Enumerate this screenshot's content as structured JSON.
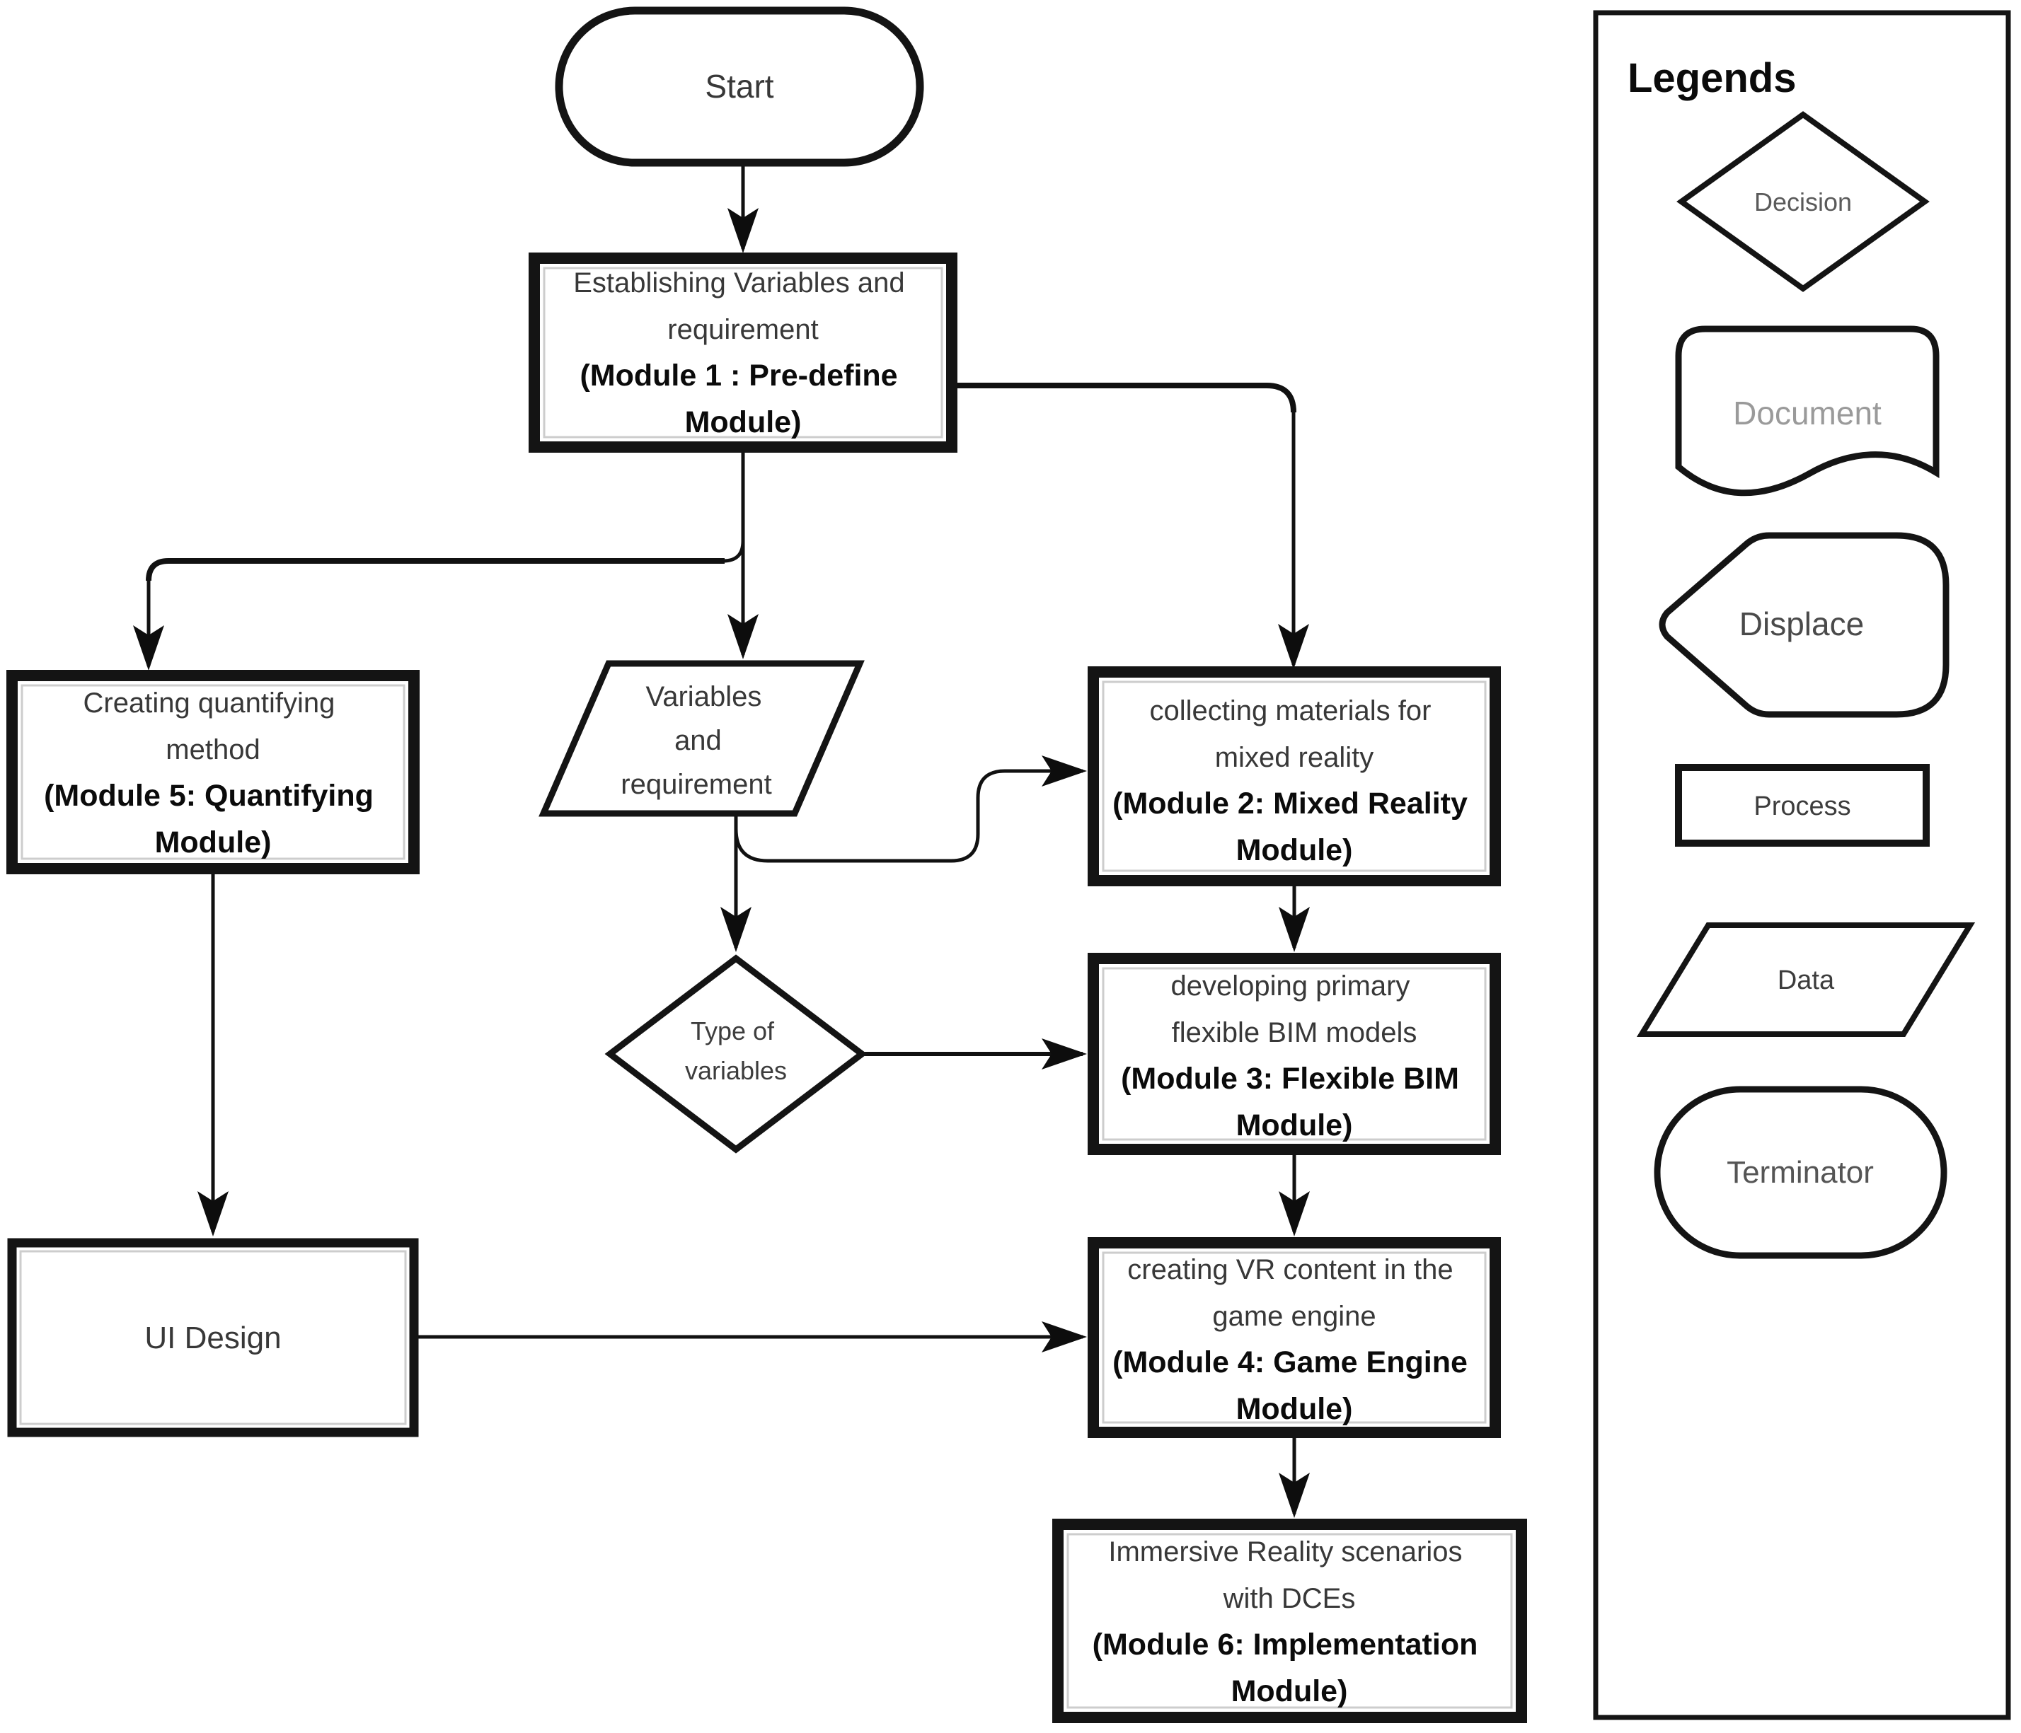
{
  "figure": {
    "background": "#ffffff",
    "ink": "#141414",
    "text_regular_color": "#383838",
    "text_bold_color": "#0b0b0b"
  },
  "flowchart": {
    "nodes": {
      "start": {
        "type": "terminator",
        "label": "Start"
      },
      "module1": {
        "type": "process",
        "lines": [
          "Establishing Variables and",
          "requirement"
        ],
        "bold_lines": [
          "(Module 1 : Pre-define",
          "Module)"
        ]
      },
      "variables_data": {
        "type": "data",
        "lines": [
          "Variables",
          "and",
          "requirement"
        ]
      },
      "module5": {
        "type": "process",
        "lines": [
          "Creating quantifying",
          "method"
        ],
        "bold_lines": [
          "(Module 5: Quantifying",
          "Module)"
        ]
      },
      "module2": {
        "type": "process",
        "lines": [
          "collecting materials for",
          "mixed reality"
        ],
        "bold_lines": [
          "(Module 2: Mixed Reality",
          "Module)"
        ]
      },
      "type_decision": {
        "type": "decision",
        "lines": [
          "Type of",
          "variables"
        ]
      },
      "module3": {
        "type": "process",
        "lines": [
          "developing primary",
          "flexible BIM models"
        ],
        "bold_lines": [
          "(Module 3: Flexible BIM",
          "Module)"
        ]
      },
      "module4": {
        "type": "process",
        "lines": [
          "creating VR content in the",
          "game engine"
        ],
        "bold_lines": [
          "(Module 4: Game Engine",
          "Module)"
        ]
      },
      "ui_design": {
        "type": "process",
        "label": "UI Design"
      },
      "module6": {
        "type": "process",
        "lines": [
          "Immersive Reality scenarios",
          "with DCEs"
        ],
        "bold_lines": [
          "(Module 6: Implementation",
          "Module)"
        ]
      }
    }
  },
  "legend": {
    "title": "Legends",
    "items": [
      {
        "shape": "decision-diamond",
        "label": "Decision"
      },
      {
        "shape": "document",
        "label": "Document"
      },
      {
        "shape": "displace",
        "label": "Displace"
      },
      {
        "shape": "process-rectangle",
        "label": "Process"
      },
      {
        "shape": "data-parallelogram",
        "label": "Data"
      },
      {
        "shape": "terminator-stadium",
        "label": "Terminator"
      }
    ]
  }
}
